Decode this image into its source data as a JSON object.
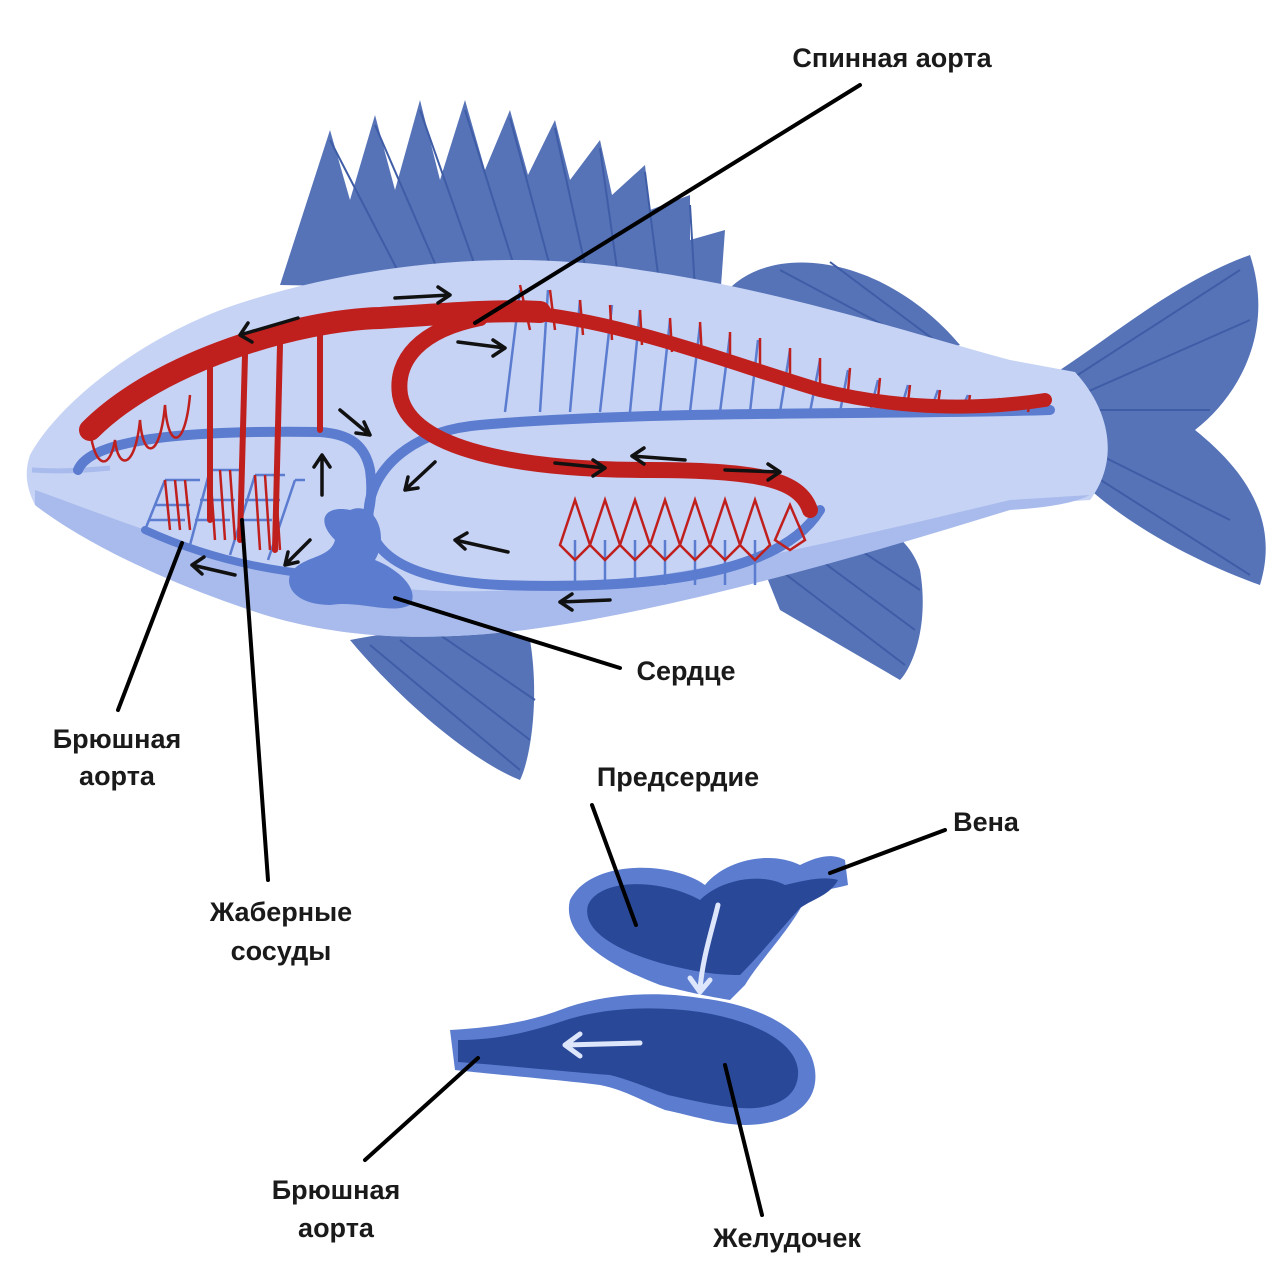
{
  "labels": {
    "dorsal_aorta": "Спинная аорта",
    "heart": "Сердце",
    "ventral_aorta_line1": "Брюшная",
    "ventral_aorta_line2": "аорта",
    "gill_vessels_line1": "Жаберные",
    "gill_vessels_line2": "сосуды",
    "atrium": "Предсердие",
    "vein": "Вена",
    "ventricle": "Желудочек",
    "heart_ventral_aorta_line1": "Брюшная",
    "heart_ventral_aorta_line2": "аорта"
  },
  "colors": {
    "body": "#c6d3f5",
    "body_shadow": "#a8bbec",
    "fins": "#5673b8",
    "artery": "#c0201d",
    "vein": "#5b7ccf",
    "heart_dark": "#2a4898",
    "heart_light": "#5b7ccf",
    "text": "#1a1a1a"
  },
  "icons": [
    "fish-illustration",
    "heart-illustration",
    "flow-arrow-icon"
  ]
}
